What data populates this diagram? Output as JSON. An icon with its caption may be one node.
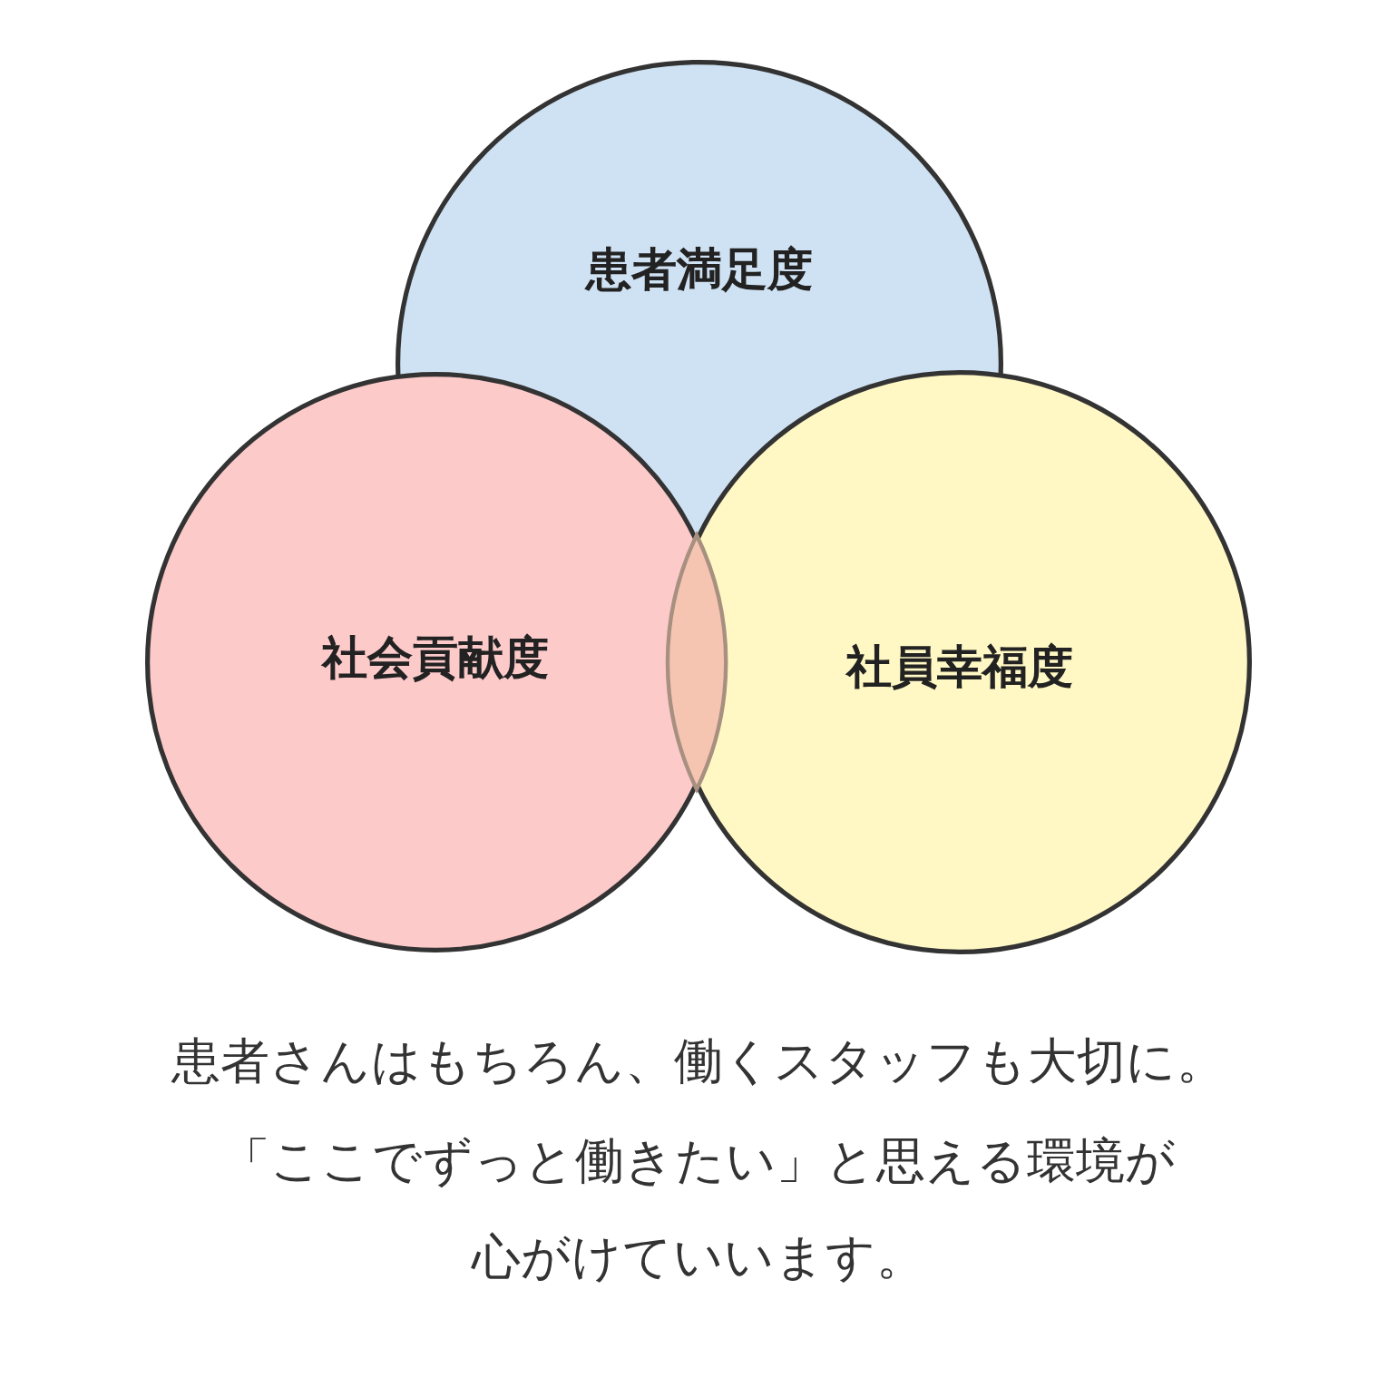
{
  "diagram": {
    "nodes": [
      {
        "text": [
          "患者満足度"
        ]
      },
      {
        "text": [
          "社会貢献度"
        ]
      },
      {
        "text": [
          "社員幸福度"
        ]
      }
    ],
    "labels": [
      "患者さんはもちろん、働くスタッフも大切に。",
      "「ここでずっと働きたい」と思える環境が",
      "心がけていいます。"
    ]
  }
}
